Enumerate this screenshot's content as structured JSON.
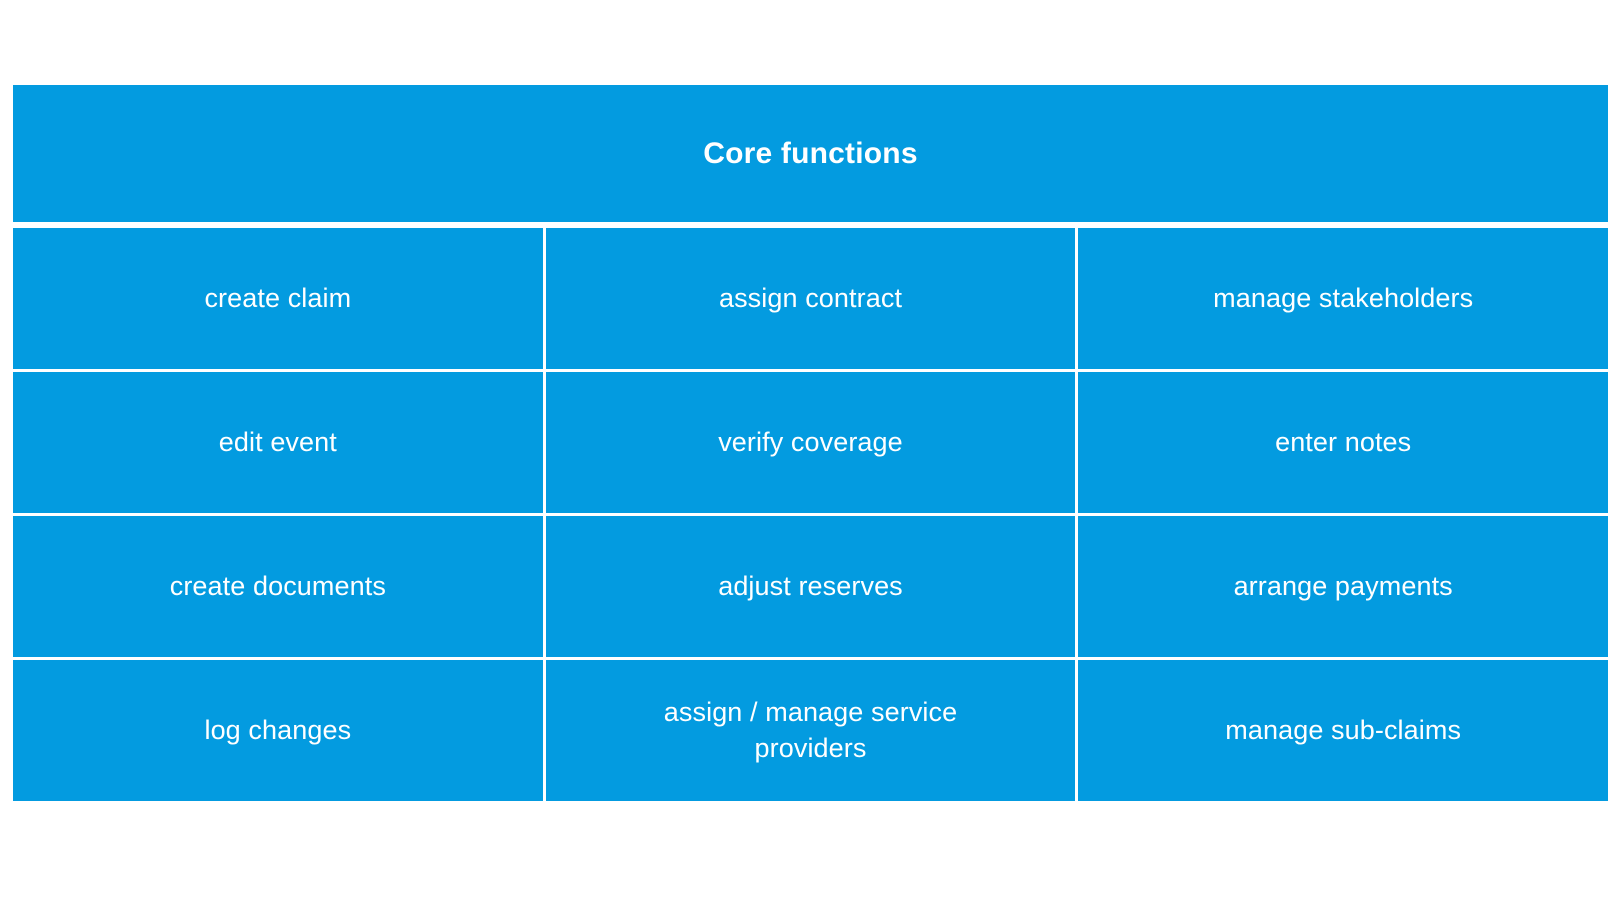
{
  "page": {
    "background_color": "#ffffff",
    "accent_color": "#039BE0",
    "text_color": "#ffffff"
  },
  "table": {
    "header": {
      "title": "Core functions"
    },
    "columns": 3,
    "rows": [
      {
        "cells": [
          {
            "label": "create claim"
          },
          {
            "label": "assign contract"
          },
          {
            "label": "manage stakeholders"
          }
        ]
      },
      {
        "cells": [
          {
            "label": "edit event"
          },
          {
            "label": "verify coverage"
          },
          {
            "label": "enter notes"
          }
        ]
      },
      {
        "cells": [
          {
            "label": "create documents"
          },
          {
            "label": "adjust reserves"
          },
          {
            "label": "arrange payments"
          }
        ]
      },
      {
        "cells": [
          {
            "label": "log changes"
          },
          {
            "label": "assign / manage service\nproviders"
          },
          {
            "label": "manage sub-claims"
          }
        ]
      }
    ]
  }
}
